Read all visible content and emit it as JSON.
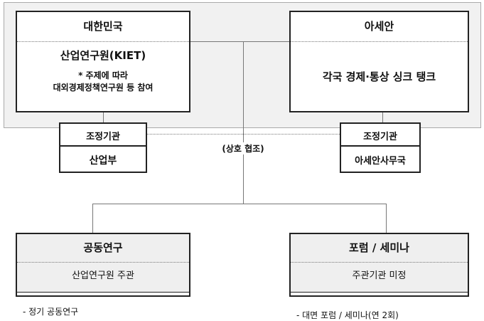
{
  "korea": {
    "title": "대한민국",
    "org": "산업연구원(KIET)",
    "note1": "* 주제에 따라",
    "note2": "대외경제정책연구원 등 참여"
  },
  "asean": {
    "title": "아세안",
    "org": "각국 경제·통상 싱크 탱크"
  },
  "coord_left": {
    "title": "조정기관",
    "body": "산업부"
  },
  "coord_right": {
    "title": "조정기관",
    "body": "아세안사무국"
  },
  "cooperation": "(상호 협조)",
  "joint": {
    "title": "공동연구",
    "sub": "산업연구원 주관",
    "items": [
      "- 정기 공동연구"
    ]
  },
  "forum": {
    "title": "포럼 / 세미나",
    "sub": "주관기관 미정",
    "items": [
      "- 대면 포럼 / 세미나(연 2회)"
    ]
  }
}
